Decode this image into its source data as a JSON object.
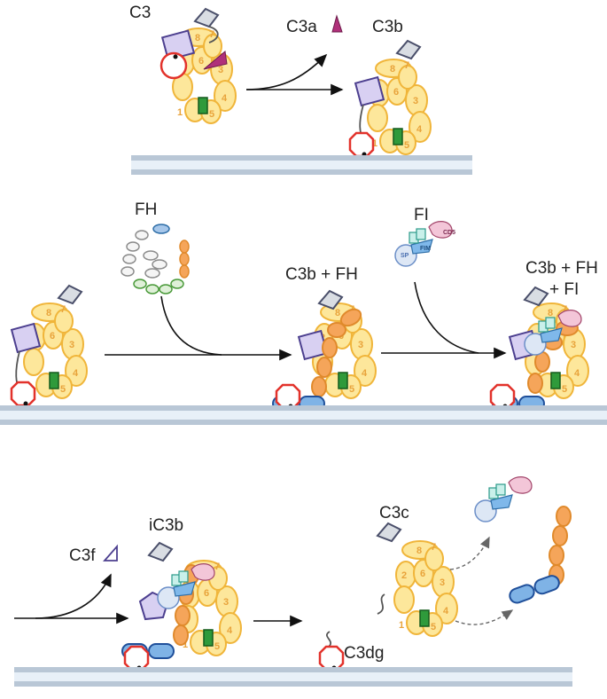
{
  "labels": {
    "c3": "C3",
    "c3a": "C3a",
    "c3b": "C3b",
    "fh": "FH",
    "fi": "FI",
    "c3b_fh": "C3b + FH",
    "c3b_fh_fi_line1": "C3b + FH",
    "c3b_fh_fi_line2": "+ FI",
    "ic3b": "iC3b",
    "c3f": "C3f",
    "c3c": "C3c",
    "c3dg": "C3dg"
  },
  "domains": [
    "1",
    "2",
    "3",
    "4",
    "5",
    "6",
    "7",
    "8"
  ],
  "fi_domains": {
    "sp": "SP",
    "fim": "FIM",
    "cd5": "CD5"
  },
  "colors": {
    "yellow_fill": "#fde79b",
    "yellow_stroke": "#f0b53a",
    "orange_fill": "#f5a55a",
    "purple_fill": "#d8d0f2",
    "purple_stroke": "#4c3f8f",
    "magenta": "#b0307a",
    "green": "#2f9a3b",
    "red": "#e2322b",
    "blue": "#2f78c0",
    "membrane": "#b9c7d6"
  }
}
